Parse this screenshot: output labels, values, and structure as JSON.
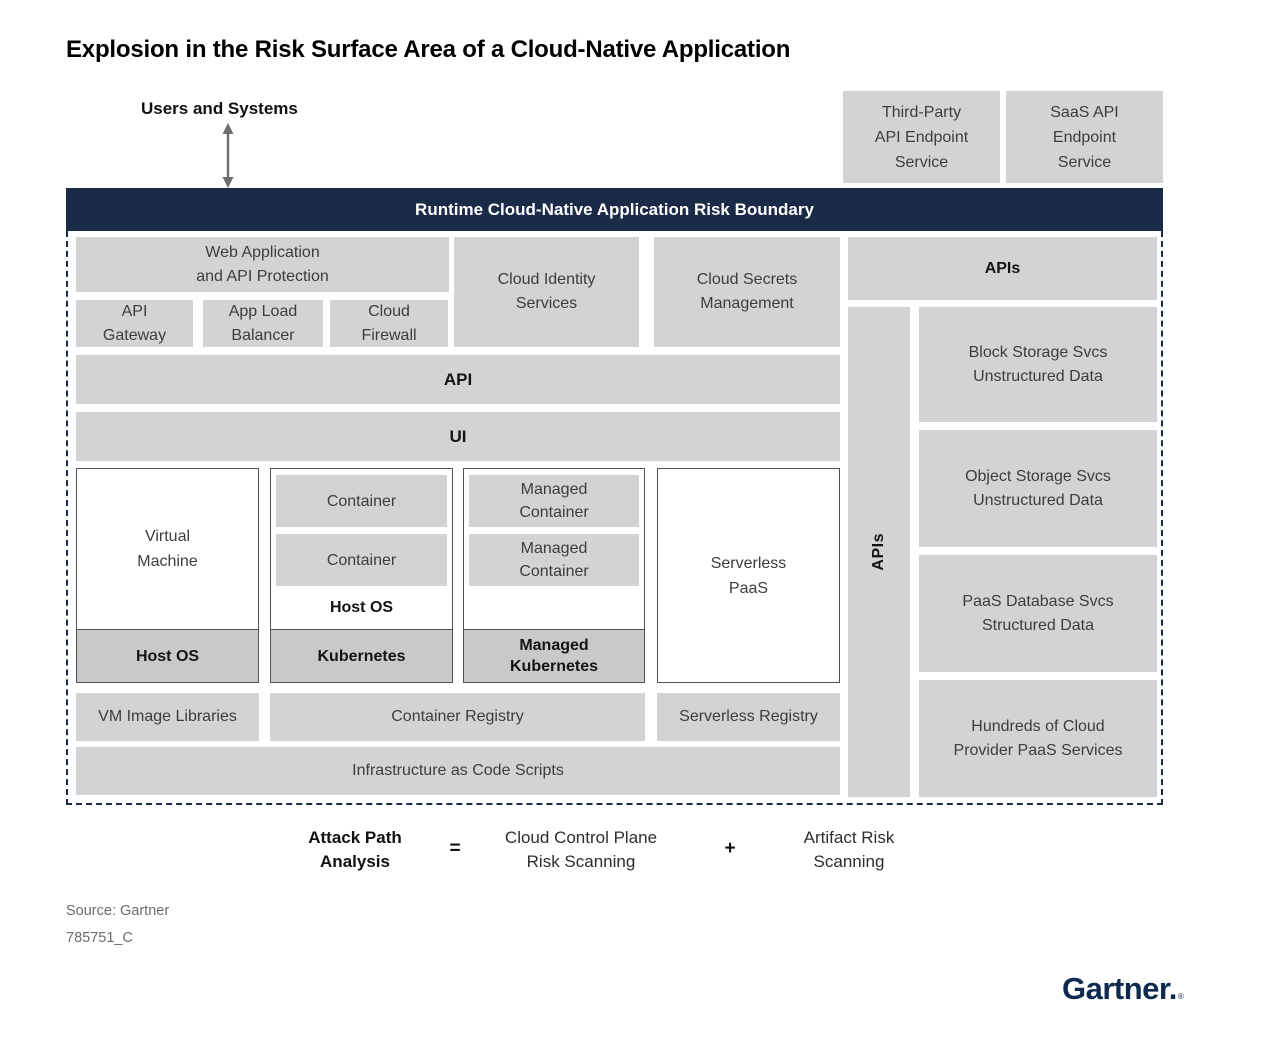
{
  "title": "Explosion in the Risk Surface Area of a Cloud-Native Application",
  "users_and_systems": "Users and Systems",
  "external_services": {
    "third_party": "Third-Party\nAPI Endpoint\nService",
    "saas": "SaaS API\nEndpoint\nService"
  },
  "banner": "Runtime Cloud-Native Application Risk Boundary",
  "protection": {
    "waap": "Web Application\nand API Protection",
    "api_gateway": "API\nGateway",
    "app_load_balancer": "App Load\nBalancer",
    "cloud_firewall": "Cloud\nFirewall",
    "cloud_identity": "Cloud Identity\nServices",
    "cloud_secrets": "Cloud Secrets\nManagement"
  },
  "layers": {
    "api": "API",
    "ui": "UI"
  },
  "compute": {
    "vm": {
      "label": "Virtual\nMachine",
      "base": "Host OS"
    },
    "containers": {
      "c1": "Container",
      "c2": "Container",
      "host_os": "Host OS",
      "base": "Kubernetes"
    },
    "managed": {
      "c1": "Managed\nContainer",
      "c2": "Managed\nContainer",
      "base": "Managed\nKubernetes"
    },
    "serverless": "Serverless\nPaaS"
  },
  "registries": {
    "vm_images": "VM Image Libraries",
    "container": "Container Registry",
    "serverless": "Serverless Registry"
  },
  "iac": "Infrastructure as Code Scripts",
  "apis": {
    "header": "APIs",
    "vertical": "APIs"
  },
  "paas_services": [
    "Block Storage Svcs\nUnstructured Data",
    "Object Storage Svcs\nUnstructured Data",
    "PaaS Database Svcs\nStructured Data",
    "Hundreds of Cloud\nProvider PaaS Services"
  ],
  "equation": {
    "lhs": "Attack Path\nAnalysis",
    "eq": "=",
    "term1": "Cloud Control Plane\nRisk Scanning",
    "plus": "+",
    "term2": "Artifact Risk\nScanning"
  },
  "footer": {
    "source": "Source: Gartner",
    "doc_id": "785751_C",
    "logo": "Gartner.",
    "registered": "®"
  },
  "colors": {
    "navy": "#1a2a47",
    "box_gray": "#d3d3d3",
    "base_gray": "#c9c9c9",
    "border_dark": "#525252",
    "logo_navy": "#0f2a4e"
  }
}
